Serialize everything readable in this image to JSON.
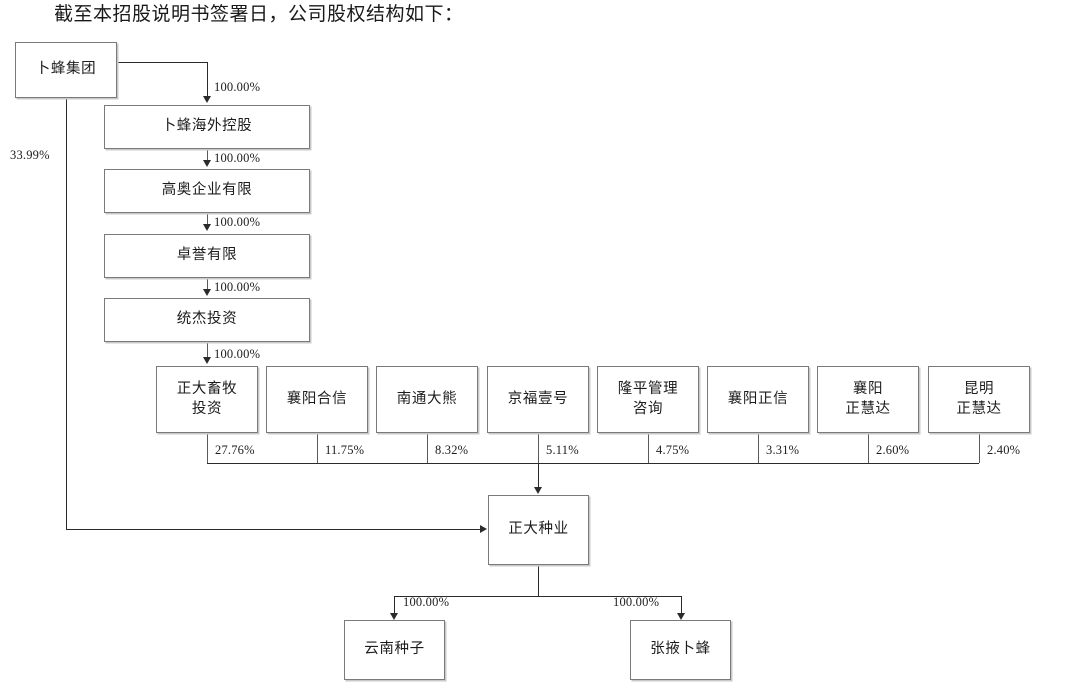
{
  "document": {
    "caption": "截至本招股说明书签署日，公司股权结构如下："
  },
  "diagram": {
    "type": "org-ownership-chart",
    "parent": {
      "label": "卜蜂集团"
    },
    "chain": [
      {
        "label": "卜蜂海外控股",
        "pct_from_parent": "100.00%"
      },
      {
        "label": "高奥企业有限",
        "pct_from_parent": "100.00%"
      },
      {
        "label": "卓誉有限",
        "pct_from_parent": "100.00%"
      },
      {
        "label": "统杰投资",
        "pct_from_parent": "100.00%"
      }
    ],
    "chain_entry_pct": "100.00%",
    "chain_to_shareholders_pct": "100.00%",
    "parent_direct_pct": "33.99%",
    "shareholders": [
      {
        "label": "正大畜牧\n投资",
        "pct": "27.76%"
      },
      {
        "label": "襄阳合信",
        "pct": "11.75%"
      },
      {
        "label": "南通大熊",
        "pct": "8.32%"
      },
      {
        "label": "京福壹号",
        "pct": "5.11%"
      },
      {
        "label": "隆平管理\n咨询",
        "pct": "4.75%"
      },
      {
        "label": "襄阳正信",
        "pct": "3.31%"
      },
      {
        "label": "襄阳\n正慧达",
        "pct": "2.60%"
      },
      {
        "label": "昆明\n正慧达",
        "pct": "2.40%"
      }
    ],
    "issuer": {
      "label": "正大种业"
    },
    "subsidiaries": [
      {
        "label": "云南种子",
        "pct": "100.00%"
      },
      {
        "label": "张掖卜蜂",
        "pct": "100.00%"
      }
    ],
    "colors": {
      "box_border": "#7a7a7a",
      "line": "#2b2b2b",
      "text": "#1c1c1c",
      "background": "#ffffff"
    }
  }
}
